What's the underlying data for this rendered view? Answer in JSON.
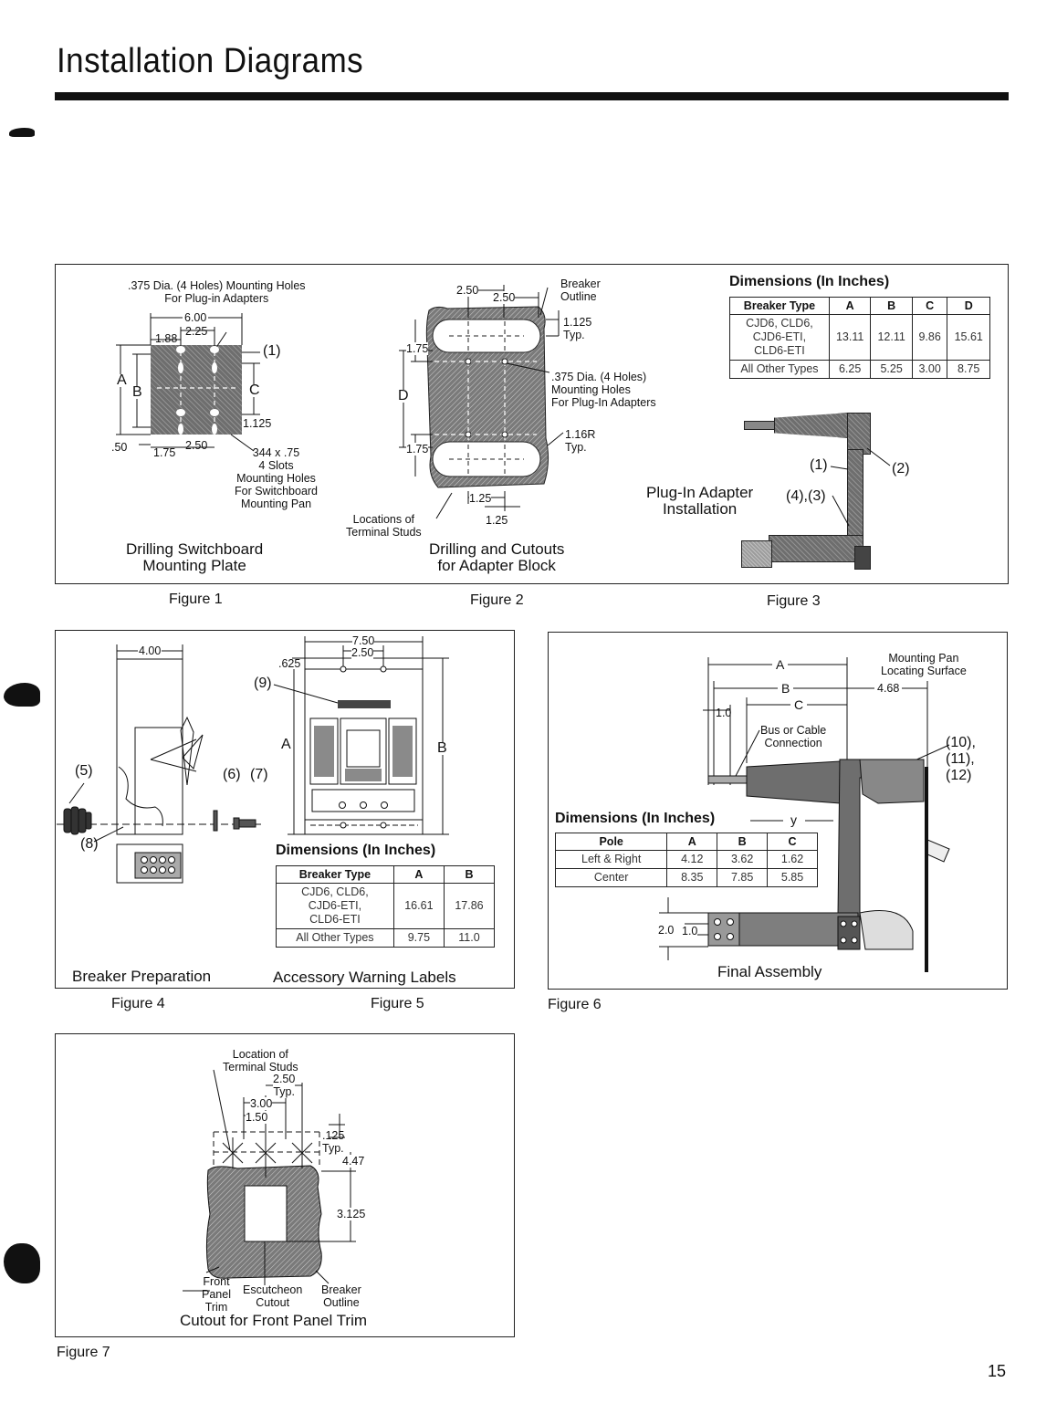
{
  "page": {
    "title": "Installation Diagrams",
    "page_number": "15"
  },
  "fig1": {
    "note_top": ".375 Dia. (4 Holes) Mounting Holes\nFor Plug-in Adapters",
    "d600": "6.00",
    "d188": "1.88",
    "d225": "2.25",
    "d250": "2.50",
    "d175": "1.75",
    "d050": ".50",
    "d1125": "1.125",
    "A": "A",
    "B": "B",
    "C": "C",
    "callout1": "(1)",
    "slots": "344 x .75\n4 Slots\nMounting Holes\nFor Switchboard\nMounting Pan",
    "caption": "Drilling Switchboard\nMounting Plate",
    "figure": "Figure 1"
  },
  "fig2": {
    "d250a": "2.50",
    "d250b": "2.50",
    "breaker_outline": "Breaker\nOutline",
    "d1125": "1.125\nTyp.",
    "d175a": "1.75",
    "d175b": "1.75",
    "D": "D",
    "holes": ".375 Dia. (4 Holes)\nMounting Holes\nFor Plug-In Adapters",
    "radius": "1.16R\nTyp.",
    "d125a": "1.25",
    "d125b": "1.25",
    "studs": "Locations of\nTerminal Studs",
    "caption": "Drilling and Cutouts\nfor Adapter Block",
    "figure": "Figure 2"
  },
  "fig3": {
    "table_title": "Dimensions (In Inches)",
    "headers": [
      "Breaker Type",
      "A",
      "B",
      "C",
      "D"
    ],
    "rows": [
      [
        "CJD6, CLD6,\nCJD6-ETI,\nCLD6-ETI",
        "13.11",
        "12.11",
        "9.86",
        "15.61"
      ],
      [
        "All Other Types",
        "6.25",
        "5.25",
        "3.00",
        "8.75"
      ]
    ],
    "callout1": "(1)",
    "callout2": "(2)",
    "callout43": "(4),(3)",
    "caption": "Plug-In Adapter\nInstallation",
    "figure": "Figure 3"
  },
  "fig4": {
    "d400": "4.00",
    "c5": "(5)",
    "c6": "(6)",
    "c7": "(7)",
    "c8": "(8)",
    "caption": "Breaker Preparation",
    "figure": "Figure 4"
  },
  "fig5": {
    "d750": "7.50",
    "d250": "2.50",
    "d625": ".625",
    "c9": "(9)",
    "A": "A",
    "B": "B",
    "table_title": "Dimensions (In Inches)",
    "headers": [
      "Breaker Type",
      "A",
      "B"
    ],
    "rows": [
      [
        "CJD6, CLD6,\nCJD6-ETI,\nCLD6-ETI",
        "16.61",
        "17.86"
      ],
      [
        "All Other Types",
        "9.75",
        "11.0"
      ]
    ],
    "caption": "Accessory Warning Labels",
    "figure": "Figure 5"
  },
  "fig6": {
    "A": "A",
    "B": "B",
    "C": "C",
    "y": "y",
    "d468": "4.68",
    "d10": "1.0",
    "d20": "2.0",
    "d10b": "1.0",
    "pan": "Mounting Pan\nLocating Surface",
    "bus": "Bus or Cable\nConnection",
    "callouts": "(10),\n(11),\n(12)",
    "table_title": "Dimensions (In Inches)",
    "headers": [
      "Pole",
      "A",
      "B",
      "C"
    ],
    "rows": [
      [
        "Left & Right",
        "4.12",
        "3.62",
        "1.62"
      ],
      [
        "Center",
        "8.35",
        "7.85",
        "5.85"
      ]
    ],
    "caption": "Final Assembly",
    "figure": "Figure 6"
  },
  "fig7": {
    "studs": "Location of\nTerminal Studs",
    "d250": "2.50\nTyp.",
    "d300": "3.00",
    "d150": "1.50",
    "d125": ".125\nTyp.",
    "d447": "4.47",
    "d3125": "3.125",
    "front": "Front\nPanel\nTrim",
    "escutcheon": "Escutcheon\nCutout",
    "breaker": "Breaker\nOutline",
    "caption": "Cutout for Front Panel Trim",
    "figure": "Figure 7"
  }
}
